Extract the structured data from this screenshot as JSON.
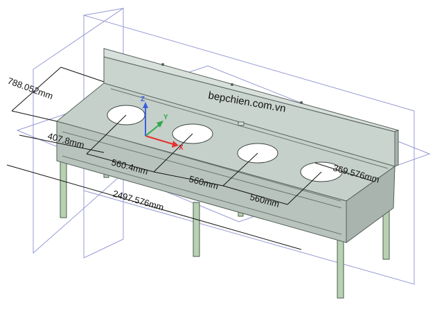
{
  "watermark": "bepchien.com.vn",
  "dimensions": {
    "depth": "788.052mm",
    "width": "407.8mm",
    "hole_pitch_1": "560.4mm",
    "hole_pitch_2": "560mm",
    "hole_pitch_3": "560mm",
    "hole_diameter": "369.576mm",
    "length": "2497.576mm"
  },
  "axes": {
    "x": "X",
    "y": "Y",
    "z": "Z"
  },
  "colors": {
    "body": "#c9d4ce",
    "body_dark": "#a8b4ad",
    "body_side": "#b7c3bc",
    "leg": "#b9d1b3",
    "plane": "#8a8ed0",
    "axis_x": "#e53030",
    "axis_y": "#2fa84a",
    "axis_z": "#3a5de0"
  }
}
